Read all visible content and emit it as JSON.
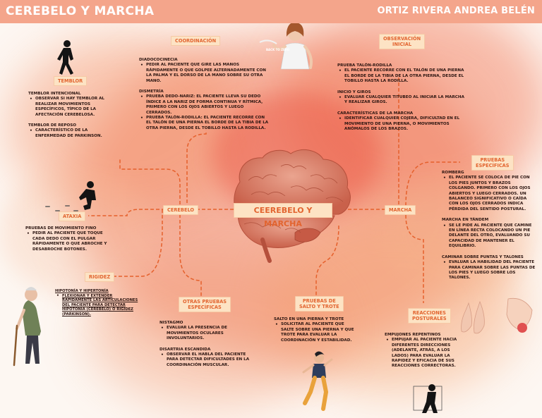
{
  "header": {
    "title": "CEREBELO Y MARCHA",
    "author": "ORTIZ RIVERA ANDREA BELÉN"
  },
  "center": {
    "label": "CEEREBELO Y MARCHA"
  },
  "nodes": {
    "cerebelo": "CEREBELO",
    "marcha": "MARCHA",
    "temblor": "TEMBLOR",
    "ataxia": "ATAXIA",
    "rigidez": "RIGIDEZ",
    "coordinacion": "COORDINACIÓN",
    "otras_1": "OTRAS PRUEBAS",
    "otras_2": "ESPECÍFICAS",
    "salto_1": "PRUEBAS DE",
    "salto_2": "SALTO Y TROTE",
    "observacion_1": "OBSERVACIÓN",
    "observacion_2": "INICIAL",
    "especificas_1": "PRUEBAS",
    "especificas_2": "ESPECÍFICAS",
    "reacciones_1": "REACCIONES",
    "reacciones_2": "POSTURALES"
  },
  "temblor": {
    "h1": "TEMBLOR INTENCIONAL",
    "b1": "OBSERVAR SI HAY TEMBLOR AL REALIZAR MOVIMIENTOS ESPECÍFICOS, TÍPICO DE LA AFECTACIÓN CEREBELOSA.",
    "h2": "TEMBLOR DE REPOSO",
    "b2": "CARACTERÍSTICO DE LA ENFERMEDAD DE PARKINSON."
  },
  "ataxia": {
    "h1": "PRUEBAS DE MOVIMIENTO FINO",
    "b1": "PEDIR AL PACIENTE QUE TOQUE CADA DEDO CON EL PULGAR RÁPIDAMENTE O QUE ABROCHE Y DESABROCHE BOTONES."
  },
  "rigidez": {
    "h1": "HIPOTONÍA Y HIPERTONÍA",
    "b1": "FLEXIONAR Y EXTENDER RÁPIDAMENTE LAS ARTICULACIONES DEL PACIENTE PARA DETECTAR HIPOTONÍA (CEREBELO) O RIGIDEZ (PARKINSON)."
  },
  "coordinacion": {
    "h1": "DIADOCOCINECIA",
    "b1": "PEDIR AL PACIENTE QUE GIRE LAS MANOS RÁPIDAMENTE O QUE GOLPEE ALTERNADAMENTE CON LA PALMA Y EL DORSO DE LA MANO SOBRE SU OTRA MANO.",
    "h2": "DISMETRÍA",
    "b2": "PRUEBA DEDO-NARIZ: EL PACIENTE LLEVA SU DEDO ÍNDICE A LA NARIZ DE FORMA CONTINUA Y RÍTMICA, PRIMERO CON LOS OJOS ABIERTOS Y LUEGO CERRADOS.",
    "b3": "PRUEBA TALÓN-RODILLA: EL PACIENTE RECORRE CON EL TALÓN DE UNA PIERNA EL BORDE DE LA TIBIA DE LA OTRA PIERNA, DESDE EL TOBILLO HASTA LA RODILLA."
  },
  "otras": {
    "h1": "NISTAGMO",
    "b1": "EVALUAR LA PRESENCIA DE MOVIMIENTOS OCULARES INVOLUNTARIOS.",
    "h2": "DISARTRIA ESCANDIDA",
    "b2": "OBSERVAR EL HABLA DEL PACIENTE PARA DETECTAR DIFICULTADES EN LA COORDINACIÓN MUSCULAR."
  },
  "salto": {
    "h1": "SALTO EN UNA PIERNA Y TROTE",
    "b1": "SOLICITAR AL PACIENTE QUE SALTE SOBRE UNA PIERNA Y QUE TROTE PARA EVALUAR LA COORDINACIÓN Y ESTABILIDAD."
  },
  "observacion": {
    "h1": "PRUEBA TALÓN-RODILLA",
    "b1": "EL PACIENTE RECORRE CON EL TALÓN DE UNA PIERNA EL BORDE DE LA TIBIA DE LA OTRA PIERNA, DESDE EL TOBILLO HASTA LA RODILLA.",
    "h2": "INICIO Y GIROS",
    "b2": "EVALUAR CUALQUIER TITUBEO AL INICIAR LA MARCHA Y REALIZAR GIROS.",
    "h3": "CARACTERÍSTICAS DE LA MARCHA",
    "b3": "IDENTIFICAR CUALQUIER COJERA, DIFICULTAD EN EL MOVIMIENTO DE UNA PIERNA, O MOVIMIENTOS ANÓMALOS DE LOS BRAZOS."
  },
  "especificas": {
    "h1": "ROMBERG",
    "b1": "EL PACIENTE SE COLOCA DE PIE CON LOS PIES JUNTOS Y BRAZOS COLGANDO. PRIMERO CON LOS OJOS ABIERTOS Y LUEGO CERRADOS. UN BALANCEO SIGNIFICATIVO O CAÍDA CON LOS OJOS CERRADOS INDICA PÉRDIDA DEL SENTIDO POSTURAL.",
    "h2": "MARCHA EN TÁNDEM",
    "b2": "SE LE PIDE AL PACIENTE QUE CAMINE EN LÍNEA RECTA COLOCANDO UN PIE DELANTE DEL OTRO, EVALUANDO SU CAPACIDAD DE MANTENER EL EQUILIBRIO.",
    "h3": "CAMINAR SOBRE PUNTAS Y TALONES",
    "b3": "EVALUAR LA HABILIDAD DEL PACIENTE PARA CAMINAR SOBRE LAS PUNTAS DE LOS PIES Y LUEGO SOBRE LOS TALONES."
  },
  "reacciones": {
    "h1": "EMPUJONES REPENTINOS",
    "b1": "EMPUJAR AL PACIENTE HACIA DIFERENTES DIRECCIONES (ADELANTE, ATRÁS, A LOS LADOS) PARA EVALUAR LA RAPIDEZ Y EFICACIA DE SUS REACCIONES CORRECTORAS."
  },
  "illustrations": {
    "coordination_tag": "BACK TO ZERO"
  },
  "colors": {
    "header": "#f4a58b",
    "label_bg": "#fde3c4",
    "label_text": "#e2642f",
    "connector": "#e5602c",
    "brain": "#d3735e"
  }
}
